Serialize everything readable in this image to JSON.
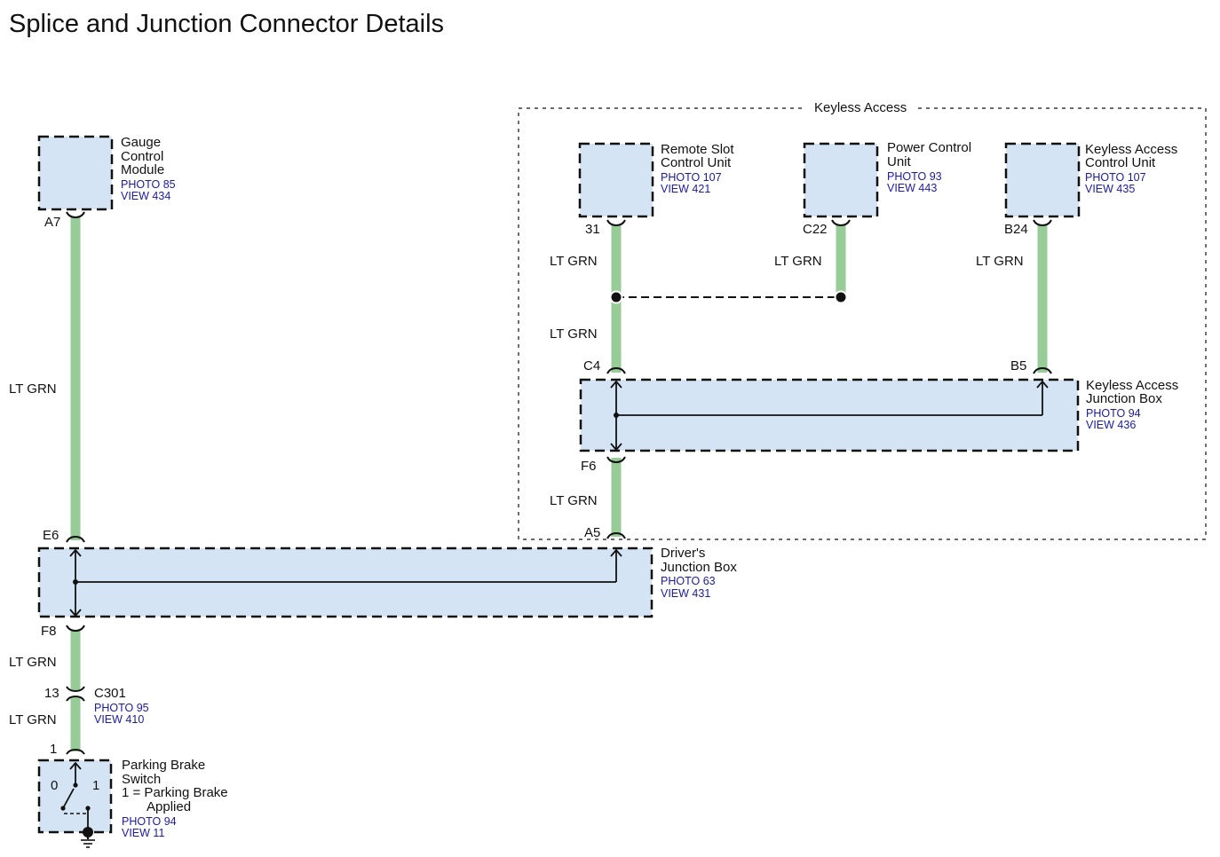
{
  "title": "Splice and Junction Connector Details",
  "group_label": "Keyless Access",
  "components": {
    "gauge_control_module": {
      "name_lines": [
        "Gauge",
        "Control",
        "Module"
      ],
      "photo": "PHOTO 85",
      "view": "VIEW 434"
    },
    "remote_slot_control_unit": {
      "name_lines": [
        "Remote Slot",
        "Control Unit"
      ],
      "photo": "PHOTO 107",
      "view": "VIEW 421"
    },
    "power_control_unit": {
      "name_lines": [
        "Power Control",
        "Unit"
      ],
      "photo": "PHOTO 93",
      "view": "VIEW 443"
    },
    "keyless_access_control_unit": {
      "name_lines": [
        "Keyless Access",
        "Control Unit"
      ],
      "photo": "PHOTO 107",
      "view": "VIEW 435"
    },
    "keyless_access_junction_box": {
      "name_lines": [
        "Keyless Access",
        "Junction Box"
      ],
      "photo": "PHOTO 94",
      "view": "VIEW 436"
    },
    "drivers_junction_box": {
      "name_lines": [
        "Driver's",
        "Junction Box"
      ],
      "photo": "PHOTO 63",
      "view": "VIEW 431"
    },
    "connector_c301": {
      "name": "C301",
      "photo": "PHOTO 95",
      "view": "VIEW 410"
    },
    "parking_brake_switch": {
      "name_lines": [
        "Parking Brake",
        "Switch",
        "1 = Parking Brake",
        "Applied"
      ],
      "photo": "PHOTO 94",
      "view": "VIEW 11",
      "pos0": "0",
      "pos1": "1"
    }
  },
  "pins": {
    "a7": "A7",
    "e6": "E6",
    "f8": "F8",
    "p13": "13",
    "p1": "1",
    "p31": "31",
    "c22": "C22",
    "b24": "B24",
    "c4": "C4",
    "b5": "B5",
    "f6": "F6",
    "a5": "A5"
  },
  "wire_color": "LT GRN",
  "colors": {
    "wire": "#97cb97",
    "component_fill": "#d4e4f4",
    "reference_text": "#1a1aa8"
  }
}
